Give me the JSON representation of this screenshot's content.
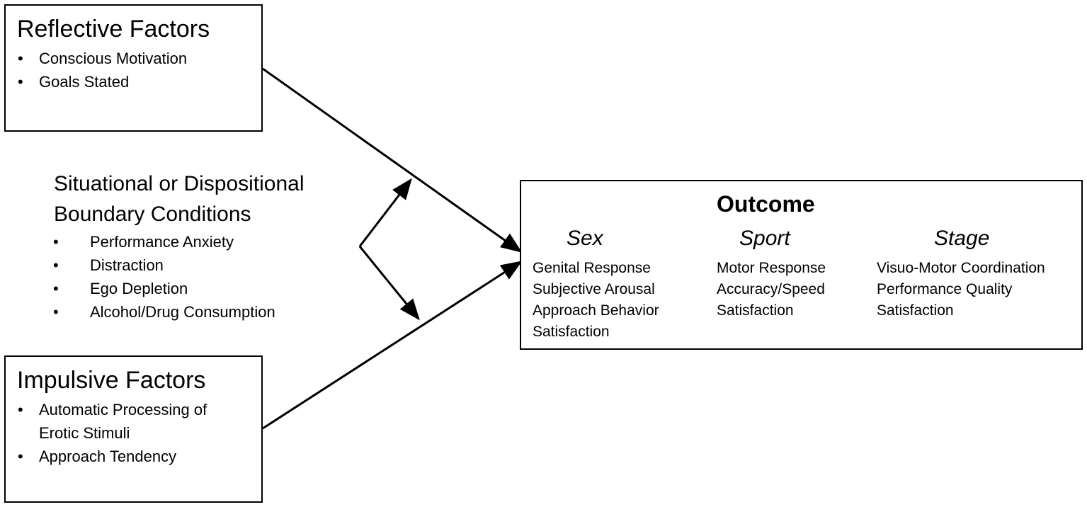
{
  "reflective": {
    "title": "Reflective Factors",
    "items": [
      "Conscious Motivation",
      "Goals Stated"
    ]
  },
  "impulsive": {
    "title": "Impulsive Factors",
    "items": [
      "Automatic Processing of Erotic Stimuli",
      "Approach Tendency"
    ],
    "item0_lines": [
      "Automatic Processing of",
      "Erotic Stimuli"
    ]
  },
  "conditions": {
    "title_lines": [
      "Situational or Dispositional",
      "Boundary Conditions"
    ],
    "items": [
      "Performance Anxiety",
      "Distraction",
      "Ego Depletion",
      "Alcohol/Drug Consumption"
    ]
  },
  "outcome": {
    "title": "Outcome",
    "columns": [
      {
        "heading": "Sex",
        "items": [
          "Genital Response",
          "Subjective Arousal",
          "Approach Behavior",
          "Satisfaction"
        ]
      },
      {
        "heading": "Sport",
        "items": [
          "Motor Response",
          "Accuracy/Speed",
          "Satisfaction"
        ]
      },
      {
        "heading": "Stage",
        "items": [
          "Visuo-Motor Coordination",
          "Performance Quality",
          "Satisfaction"
        ]
      }
    ]
  }
}
